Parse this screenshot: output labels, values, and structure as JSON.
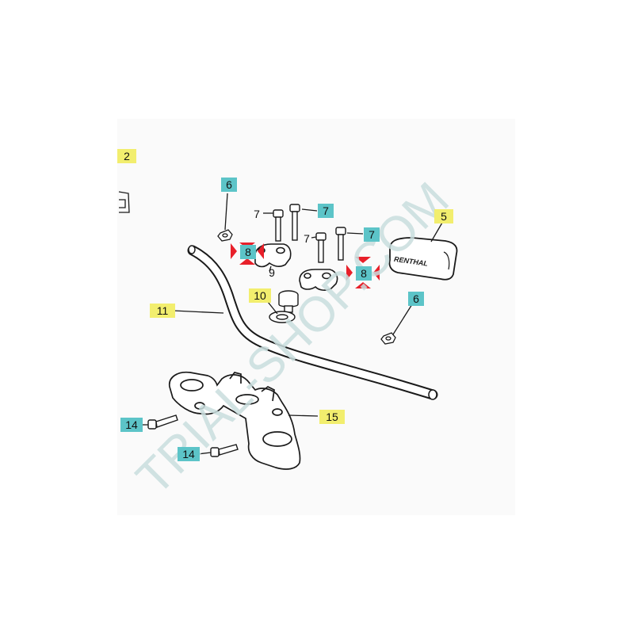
{
  "callouts": {
    "c2": "2",
    "c6a": "6",
    "c7a": "7",
    "c7b": "7",
    "c7c": "7",
    "c7d": "7",
    "c5": "5",
    "c8a": "8",
    "c8b": "8",
    "c9": "9",
    "c10": "10",
    "c11": "11",
    "c6b": "6",
    "c14a": "14",
    "c14b": "14",
    "c15": "15"
  },
  "pad_logo": "RENTHAL",
  "watermark": "TRIAL-SHOP.COM",
  "colors": {
    "yellow_label": "#f2ee6e",
    "teal_label": "#5cc4c8",
    "red_marker": "#e8202a",
    "line": "#1a1a1a",
    "watermark": "#c9dede"
  }
}
